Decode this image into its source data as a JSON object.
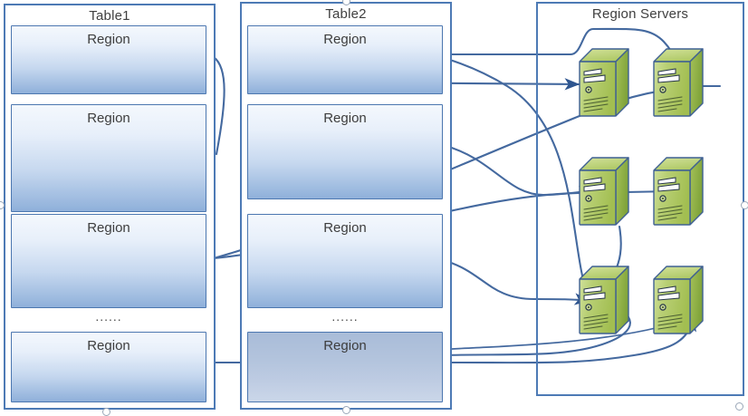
{
  "diagram": {
    "title": "HBase table regions distributed across region servers",
    "type": "architecture-diagram",
    "background": "#ffffff",
    "colors": {
      "panel_border": "#4d7ab5",
      "region_border": "#4c77b0",
      "region_fill_top": "#f4f8fd",
      "region_fill_bottom": "#8fb0da",
      "region_selected_fill": "#b3c4dd",
      "connector": "#44699f",
      "server_green_light": "#c3d77e",
      "server_green_face": "#a8c257",
      "server_green_dark": "#7d9e3a",
      "server_outline": "#3f6093",
      "text": "#3f3f3f"
    }
  },
  "panels": [
    {
      "id": "table1",
      "title": "Table1",
      "regions": [
        {
          "label": "Region",
          "selected": false
        },
        {
          "label": "Region",
          "selected": false
        },
        {
          "label": "Region",
          "selected": false
        },
        {
          "label": "Region",
          "selected": false
        }
      ],
      "ellipsis": "......"
    },
    {
      "id": "table2",
      "title": "Table2",
      "regions": [
        {
          "label": "Region",
          "selected": false
        },
        {
          "label": "Region",
          "selected": false
        },
        {
          "label": "Region",
          "selected": false
        },
        {
          "label": "Region",
          "selected": true
        }
      ],
      "ellipsis": "......"
    }
  ],
  "region_servers": {
    "title": "Region Servers",
    "rows": [
      {
        "servers": [
          {
            "name": "server"
          },
          {
            "name": "server"
          }
        ]
      },
      {
        "servers": [
          {
            "name": "server"
          },
          {
            "name": "server"
          }
        ]
      },
      {
        "servers": [
          {
            "name": "server"
          },
          {
            "name": "server"
          }
        ]
      }
    ]
  },
  "labels": {
    "table1_title": "Table1",
    "table2_title": "Table2",
    "region_servers_title": "Region Servers",
    "region": "Region",
    "ellipsis": "......"
  }
}
